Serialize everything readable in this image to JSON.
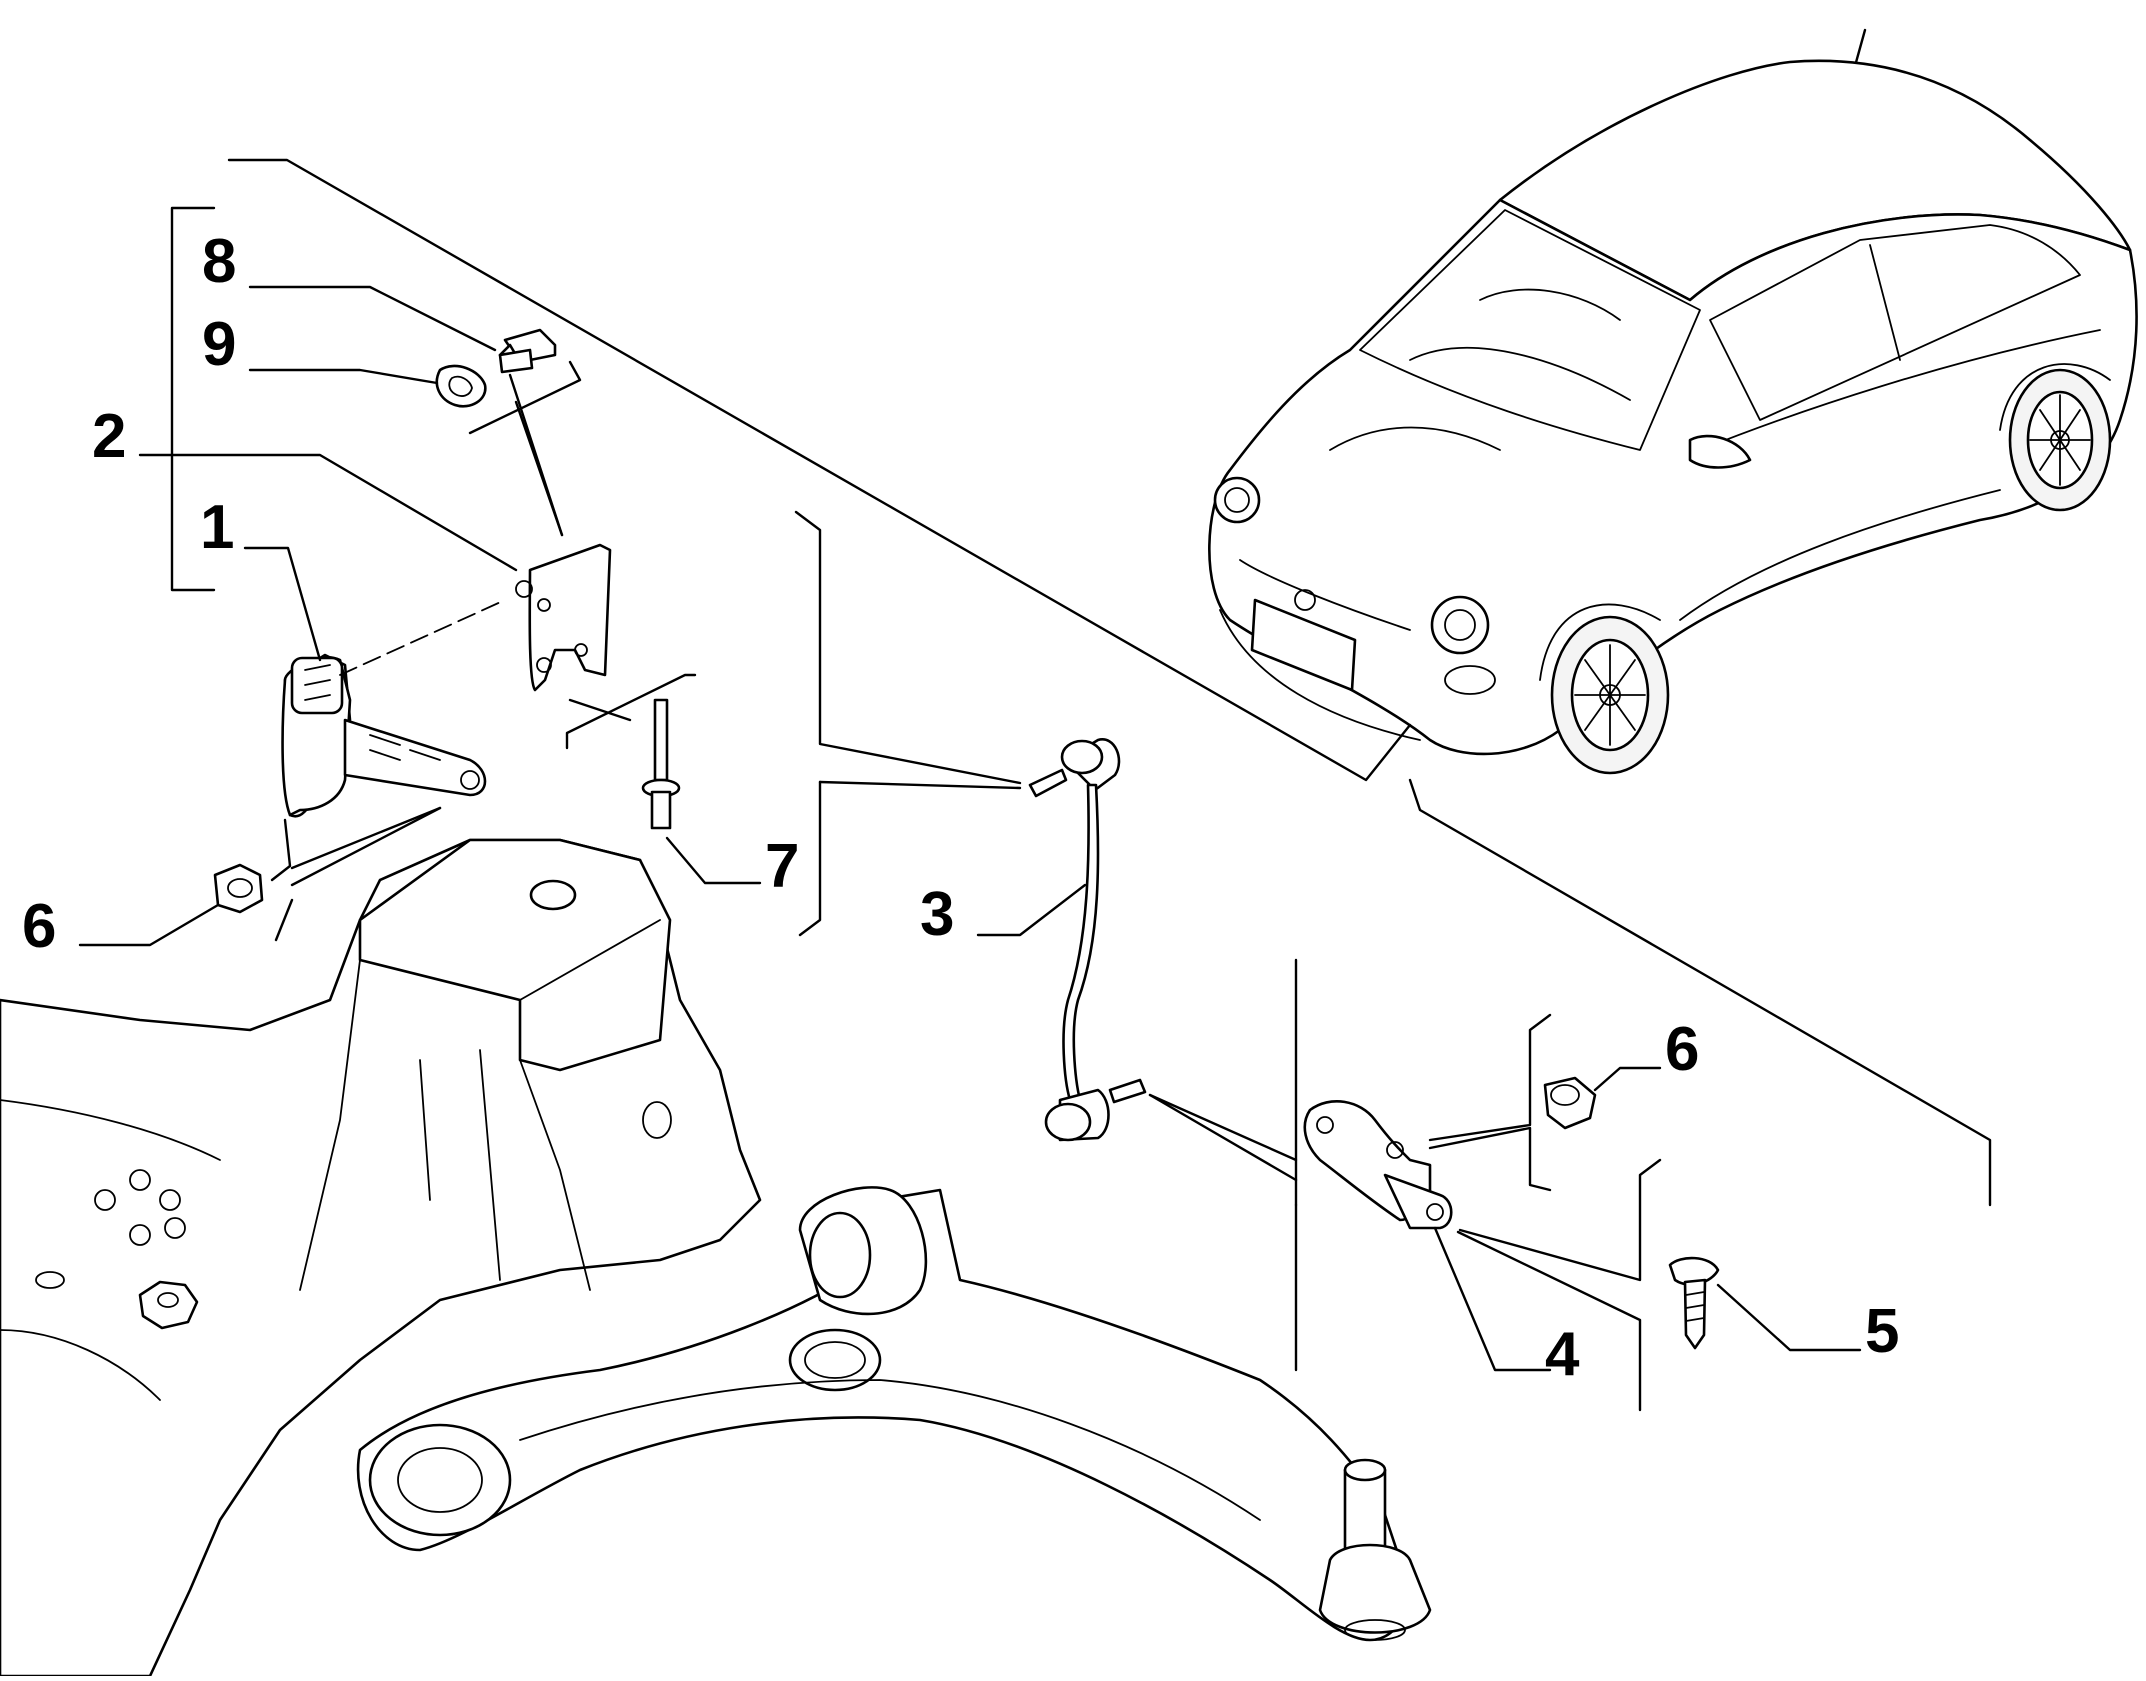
{
  "diagram": {
    "callouts": [
      {
        "id": "c1",
        "label": "1"
      },
      {
        "id": "c2",
        "label": "2"
      },
      {
        "id": "c3",
        "label": "3"
      },
      {
        "id": "c4",
        "label": "4"
      },
      {
        "id": "c5",
        "label": "5"
      },
      {
        "id": "c6a",
        "label": "6"
      },
      {
        "id": "c6b",
        "label": "6"
      },
      {
        "id": "c7",
        "label": "7"
      },
      {
        "id": "c8",
        "label": "8"
      },
      {
        "id": "c9",
        "label": "9"
      }
    ]
  }
}
